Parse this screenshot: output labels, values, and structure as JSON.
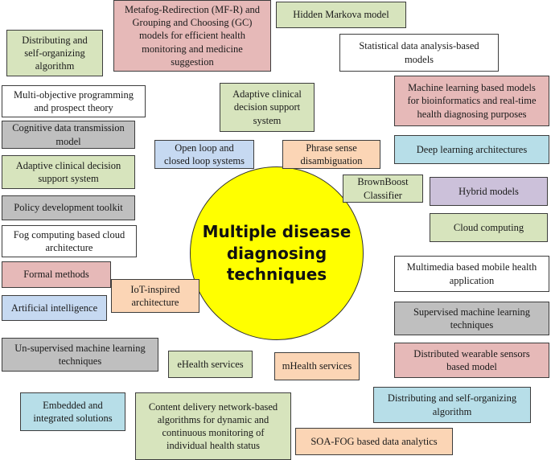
{
  "colors": {
    "green": "#d7e4bd",
    "red": "#e6b9b8",
    "white": "#ffffff",
    "grey": "#bfbfbf",
    "blue": "#c6d9f1",
    "cyan": "#b7dee8",
    "orange": "#fbd5b5",
    "purple": "#ccc1da",
    "center": "#ffff00"
  },
  "center_title": "Multiple disease\ndiagnosing\ntechniques",
  "nodes": [
    {
      "label": "Distributing and\nself-organizing\nalgorithm",
      "color": "green"
    },
    {
      "label": "Metafog-Redirection (MF-R) and\nGrouping and Choosing (GC)\nmodels for efficient health\nmonitoring and medicine\nsuggestion",
      "color": "red"
    },
    {
      "label": "Hidden Markova model",
      "color": "green"
    },
    {
      "label": "Statistical data analysis-based\nmodels",
      "color": "white"
    },
    {
      "label": "Multi-objective programming\nand prospect theory",
      "color": "white"
    },
    {
      "label": "Adaptive clinical\ndecision support\nsystem",
      "color": "green"
    },
    {
      "label": "Machine learning based models\nfor bioinformatics and real-time\nhealth diagnosing purposes",
      "color": "red"
    },
    {
      "label": "Cognitive data transmission\nmodel",
      "color": "grey"
    },
    {
      "label": "Open loop and\nclosed loop systems",
      "color": "blue"
    },
    {
      "label": "Phrase sense\ndisambiguation",
      "color": "orange"
    },
    {
      "label": "Deep learning architectures",
      "color": "cyan"
    },
    {
      "label": "Adaptive clinical decision\nsupport system",
      "color": "green"
    },
    {
      "label": "BrownBoost\nClassifier",
      "color": "green"
    },
    {
      "label": "Hybrid models",
      "color": "purple"
    },
    {
      "label": "Policy development toolkit",
      "color": "grey"
    },
    {
      "label": "Cloud computing",
      "color": "green"
    },
    {
      "label": "Fog computing based cloud\narchitecture",
      "color": "white"
    },
    {
      "label": "Formal methods",
      "color": "red"
    },
    {
      "label": "Multimedia based mobile health\napplication",
      "color": "white"
    },
    {
      "label": "IoT-inspired\narchitecture",
      "color": "orange"
    },
    {
      "label": "Artificial intelligence",
      "color": "blue"
    },
    {
      "label": "Supervised machine learning\ntechniques",
      "color": "grey"
    },
    {
      "label": "Un-supervised machine learning\ntechniques",
      "color": "grey"
    },
    {
      "label": "Distributed wearable sensors\nbased model",
      "color": "red"
    },
    {
      "label": "eHealth services",
      "color": "green"
    },
    {
      "label": "mHealth services",
      "color": "orange"
    },
    {
      "label": "Embedded and\nintegrated solutions",
      "color": "cyan"
    },
    {
      "label": "Content delivery network-based\nalgorithms for dynamic and\ncontinuous monitoring of\nindividual health status",
      "color": "green"
    },
    {
      "label": "Distributing and self-organizing\nalgorithm",
      "color": "cyan"
    },
    {
      "label": "SOA-FOG based data analytics",
      "color": "orange"
    }
  ]
}
